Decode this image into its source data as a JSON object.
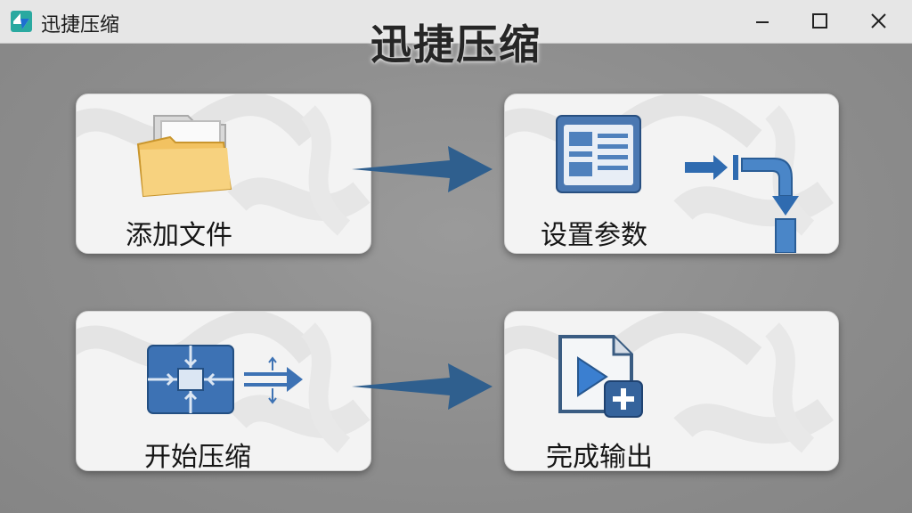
{
  "window": {
    "title": "迅捷压缩",
    "heading": "迅捷压缩"
  },
  "steps": [
    {
      "label": "添加文件",
      "icon": "folder-icon"
    },
    {
      "label": "设置参数",
      "icon": "settings-panel-icon"
    },
    {
      "label": "开始压缩",
      "icon": "compress-icon"
    },
    {
      "label": "完成输出",
      "icon": "media-add-icon"
    }
  ],
  "colors": {
    "accent_blue": "#2f5f8e",
    "icon_blue": "#3d72b4",
    "folder_yellow": "#f2c261",
    "background": "#8c8c8c"
  }
}
